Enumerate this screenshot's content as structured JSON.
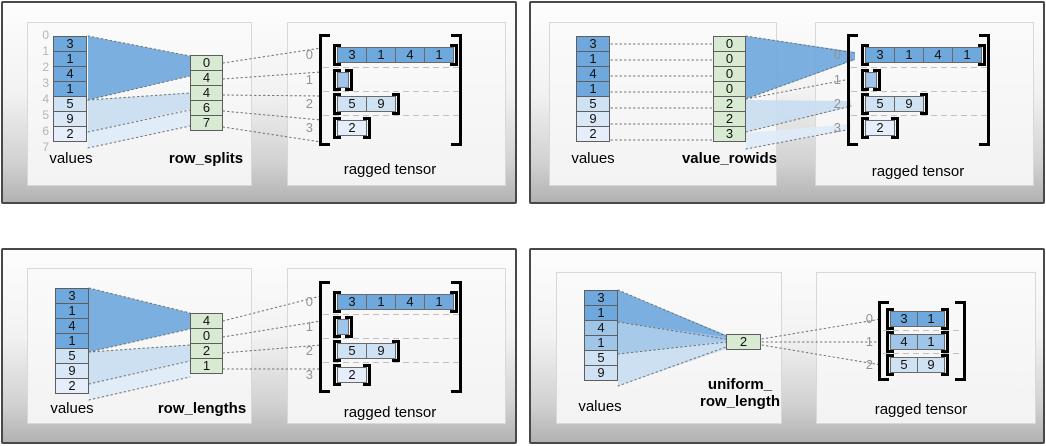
{
  "colors": {
    "dark_blue": "#6fa8dc",
    "medium_blue": "#9fc5e8",
    "light_blue": "#cfe2f3",
    "green": "#d9ead3"
  },
  "q1": {
    "values_label": "values",
    "method_label": "row_splits",
    "result_label": "ragged tensor",
    "values": [
      "3",
      "1",
      "4",
      "1",
      "5",
      "9",
      "2"
    ],
    "value_indices": [
      "0",
      "1",
      "2",
      "3",
      "4",
      "5",
      "6",
      "7"
    ],
    "middle": [
      "0",
      "4",
      "4",
      "6",
      "7"
    ],
    "row_indices": [
      "0",
      "1",
      "2",
      "3"
    ],
    "row0": [
      "3",
      "1",
      "4",
      "1"
    ],
    "row2": [
      "5",
      "9"
    ],
    "row3": [
      "2"
    ]
  },
  "q2": {
    "values_label": "values",
    "method_label": "value_rowids",
    "result_label": "ragged tensor",
    "values": [
      "3",
      "1",
      "4",
      "1",
      "5",
      "9",
      "2"
    ],
    "middle": [
      "0",
      "0",
      "0",
      "0",
      "2",
      "2",
      "3"
    ],
    "row_indices": [
      "0",
      "1",
      "2",
      "3"
    ],
    "row0": [
      "3",
      "1",
      "4",
      "1"
    ],
    "row2": [
      "5",
      "9"
    ],
    "row3": [
      "2"
    ]
  },
  "q3": {
    "values_label": "values",
    "method_label": "row_lengths",
    "result_label": "ragged tensor",
    "values": [
      "3",
      "1",
      "4",
      "1",
      "5",
      "9",
      "2"
    ],
    "middle": [
      "4",
      "0",
      "2",
      "1"
    ],
    "row_indices": [
      "0",
      "1",
      "2",
      "3"
    ],
    "row0": [
      "3",
      "1",
      "4",
      "1"
    ],
    "row2": [
      "5",
      "9"
    ],
    "row3": [
      "2"
    ]
  },
  "q4": {
    "values_label": "values",
    "method_label_line1": "uniform_",
    "method_label_line2": "row_length",
    "result_label": "ragged tensor",
    "values": [
      "3",
      "1",
      "4",
      "1",
      "5",
      "9"
    ],
    "middle": [
      "2"
    ],
    "row_indices": [
      "0",
      "1",
      "2"
    ],
    "row0": [
      "3",
      "1"
    ],
    "row1": [
      "4",
      "1"
    ],
    "row2": [
      "5",
      "9"
    ]
  }
}
